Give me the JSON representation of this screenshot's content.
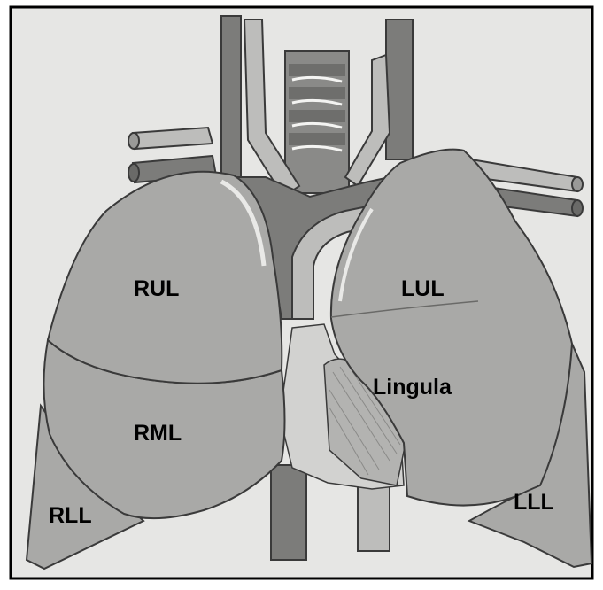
{
  "diagram": {
    "subject": "lungs-anterior-view",
    "labels": {
      "rul": "RUL",
      "rml": "RML",
      "rll": "RLL",
      "lul": "LUL",
      "lingula": "Lingula",
      "lll": "LLL"
    },
    "colors": {
      "background": "#e6e6e4",
      "lung": "#a9a9a7",
      "lung_light": "#b9b9b7",
      "vessel_dark": "#7c7c7a",
      "vessel_light": "#bdbdbb",
      "heart": "#c9c9c7",
      "outline": "#3a3a3a",
      "frame": "#000000",
      "label": "#000000"
    }
  }
}
